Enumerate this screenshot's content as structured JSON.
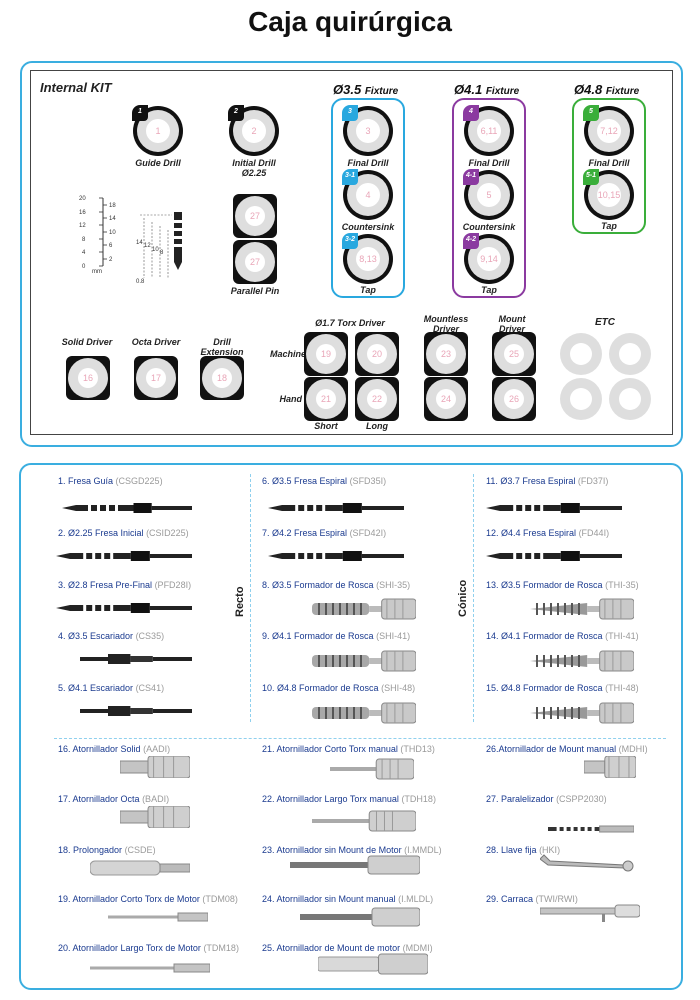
{
  "title": "Caja quirúrgica",
  "kit": {
    "title": "Internal KIT",
    "wells": {
      "w1": {
        "num": "1",
        "corner": "1",
        "label": "Guide Drill"
      },
      "w2": {
        "num": "2",
        "corner": "2",
        "label": "Initial Drill",
        "sub": "Ø2.25"
      },
      "w3": {
        "num": "3",
        "corner": "3",
        "label": "Final Drill"
      },
      "w4": {
        "num": "4",
        "corner": "3-1",
        "label": "Countersink"
      },
      "w5": {
        "num": "8,13",
        "corner": "3-2",
        "label": "Tap"
      },
      "w6": {
        "num": "6,11",
        "corner": "4",
        "label": "Final Drill"
      },
      "w7": {
        "num": "5",
        "corner": "4-1",
        "label": "Countersink"
      },
      "w8": {
        "num": "9,14",
        "corner": "4-2",
        "label": "Tap"
      },
      "w9": {
        "num": "7,12",
        "corner": "5",
        "label": "Final Drill"
      },
      "w10": {
        "num": "10,15",
        "corner": "5-1",
        "label": "Tap"
      }
    },
    "fixtures": [
      {
        "size": "Ø3.5",
        "word": "Fixture",
        "color": "#29a8df"
      },
      {
        "size": "Ø4.1",
        "word": "Fixture",
        "color": "#8b3aa0"
      },
      {
        "size": "Ø4.8",
        "word": "Fixture",
        "color": "#3aae3a"
      }
    ],
    "parallel_pin": {
      "label": "Parallel Pin",
      "nums": [
        "27",
        "27"
      ]
    },
    "gauge": {
      "scale_left": [
        "20",
        "16",
        "12",
        "8",
        "4",
        "0"
      ],
      "scale_right": [
        "18",
        "14",
        "10",
        "6",
        "2"
      ],
      "unit": "mm",
      "depth_labels": [
        "14",
        "12",
        "10",
        "8"
      ],
      "bottom": "0.8"
    },
    "drivers": {
      "solid": {
        "label": "Solid Driver",
        "num": "16"
      },
      "octa": {
        "label": "Octa Driver",
        "num": "17"
      },
      "ext": {
        "label": "Drill Extension",
        "num": "18"
      },
      "torx_title": "Ø1.7 Torx Driver",
      "machine": "Machine",
      "hand": "Hand",
      "short": "Short",
      "long": "Long",
      "torx_nums": [
        "19",
        "20",
        "21",
        "22"
      ],
      "mountless_title": "Mountless Driver",
      "mountless_nums": [
        "23",
        "24"
      ],
      "mount_title": "Mount Driver",
      "mount_nums": [
        "25",
        "26"
      ],
      "etc": "ETC"
    }
  },
  "catalog": {
    "recto": "Recto",
    "conico": "Cónico",
    "items": [
      {
        "name": "1. Fresa Guía",
        "code": "(CSGD225)"
      },
      {
        "name": "2. Ø2.25 Fresa Inicial",
        "code": "(CSID225)"
      },
      {
        "name": "3. Ø2.8 Fresa Pre-Final",
        "code": "(PFD28I)"
      },
      {
        "name": "4. Ø3.5 Escariador",
        "code": "(CS35)"
      },
      {
        "name": "5. Ø4.1 Escariador",
        "code": "(CS41)"
      },
      {
        "name": "6. Ø3.5 Fresa Espiral",
        "code": "(SFD35I)"
      },
      {
        "name": "7. Ø4.2 Fresa Espiral",
        "code": "(SFD42I)"
      },
      {
        "name": "8. Ø3.5 Formador de Rosca",
        "code": "(SHI-35)"
      },
      {
        "name": "9. Ø4.1 Formador de Rosca",
        "code": "(SHI-41)"
      },
      {
        "name": "10. Ø4.8 Formador de Rosca",
        "code": "(SHI-48)"
      },
      {
        "name": "11. Ø3.7 Fresa Espiral",
        "code": "(FD37I)"
      },
      {
        "name": "12. Ø4.4 Fresa Espiral",
        "code": "(FD44I)"
      },
      {
        "name": "13. Ø3.5 Formador de Rosca",
        "code": "(THI-35)"
      },
      {
        "name": "14. Ø4.1 Formador de Rosca",
        "code": "(THI-41)"
      },
      {
        "name": "15. Ø4.8 Formador de Rosca",
        "code": "(THI-48)"
      },
      {
        "name": "16. Atornillador Solid",
        "code": "(AADI)"
      },
      {
        "name": "17. Atornillador Octa",
        "code": "(BADI)"
      },
      {
        "name": "18. Prolongador",
        "code": "(CSDE)"
      },
      {
        "name": "19. Atornillador Corto Torx de Motor",
        "code": "(TDM08)"
      },
      {
        "name": "20. Atornillador Largo Torx de Motor",
        "code": "(TDM18)"
      },
      {
        "name": "21. Atornillador Corto Torx manual",
        "code": "(THD13)"
      },
      {
        "name": "22. Atornillador Largo Torx manual",
        "code": "(TDH18)"
      },
      {
        "name": "23. Atornillador sin Mount de Motor",
        "code": "(I.MMDL)"
      },
      {
        "name": "24. Atornillador sin Mount manual",
        "code": "(I.MLDL)"
      },
      {
        "name": "25. Atornillador de Mount de motor",
        "code": "(MDMI)"
      },
      {
        "name": "26.Atornillador de Mount manual",
        "code": "(MDHI)"
      },
      {
        "name": "27. Paralelizador",
        "code": "(CSPP2030)"
      },
      {
        "name": "28. Llave fija",
        "code": "(HKI)"
      },
      {
        "name": "29. Carraca",
        "code": "(TWI/RWI)"
      }
    ]
  },
  "colors": {
    "frame": "#3aaee0",
    "blue": "#29a8df",
    "purple": "#8b3aa0",
    "green": "#3aae3a",
    "item_text": "#1a3a8f"
  }
}
